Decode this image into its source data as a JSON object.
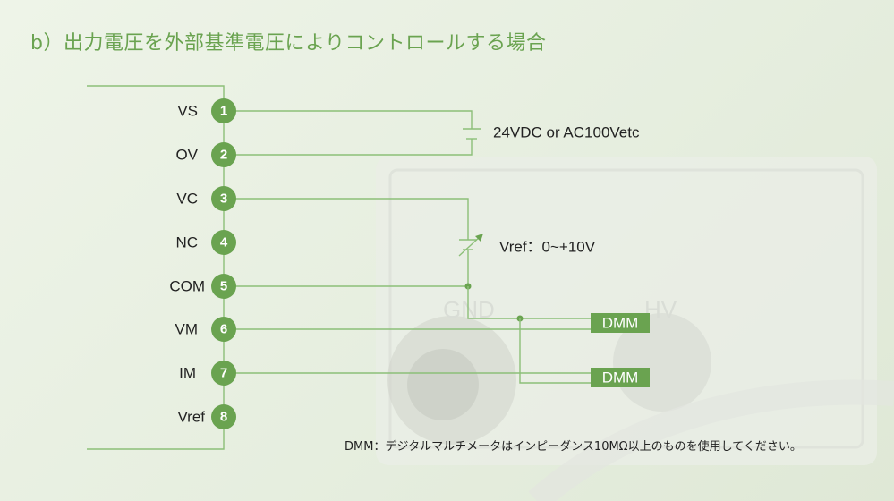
{
  "title": "b）出力電圧を外部基準電圧によりコントロールする場合",
  "pins": [
    {
      "num": "1",
      "label": "VS"
    },
    {
      "num": "2",
      "label": "OV"
    },
    {
      "num": "3",
      "label": "VC"
    },
    {
      "num": "4",
      "label": "NC"
    },
    {
      "num": "5",
      "label": "COM"
    },
    {
      "num": "6",
      "label": "VM"
    },
    {
      "num": "7",
      "label": "IM"
    },
    {
      "num": "8",
      "label": "Vref"
    }
  ],
  "supply_label": "24VDC or AC100Vetc",
  "vref_label": "Vref：0~+10V",
  "dmm": [
    "DMM",
    "DMM"
  ],
  "note": "DMM：デジタルマルチメータはインピーダンス10MΩ以上のものを使用してください。",
  "background_text": {
    "gnd": "GND",
    "hv": "HV"
  },
  "colors": {
    "accent": "#6aa350",
    "wire": "#8cbf78",
    "background": "#e8f0e2"
  }
}
